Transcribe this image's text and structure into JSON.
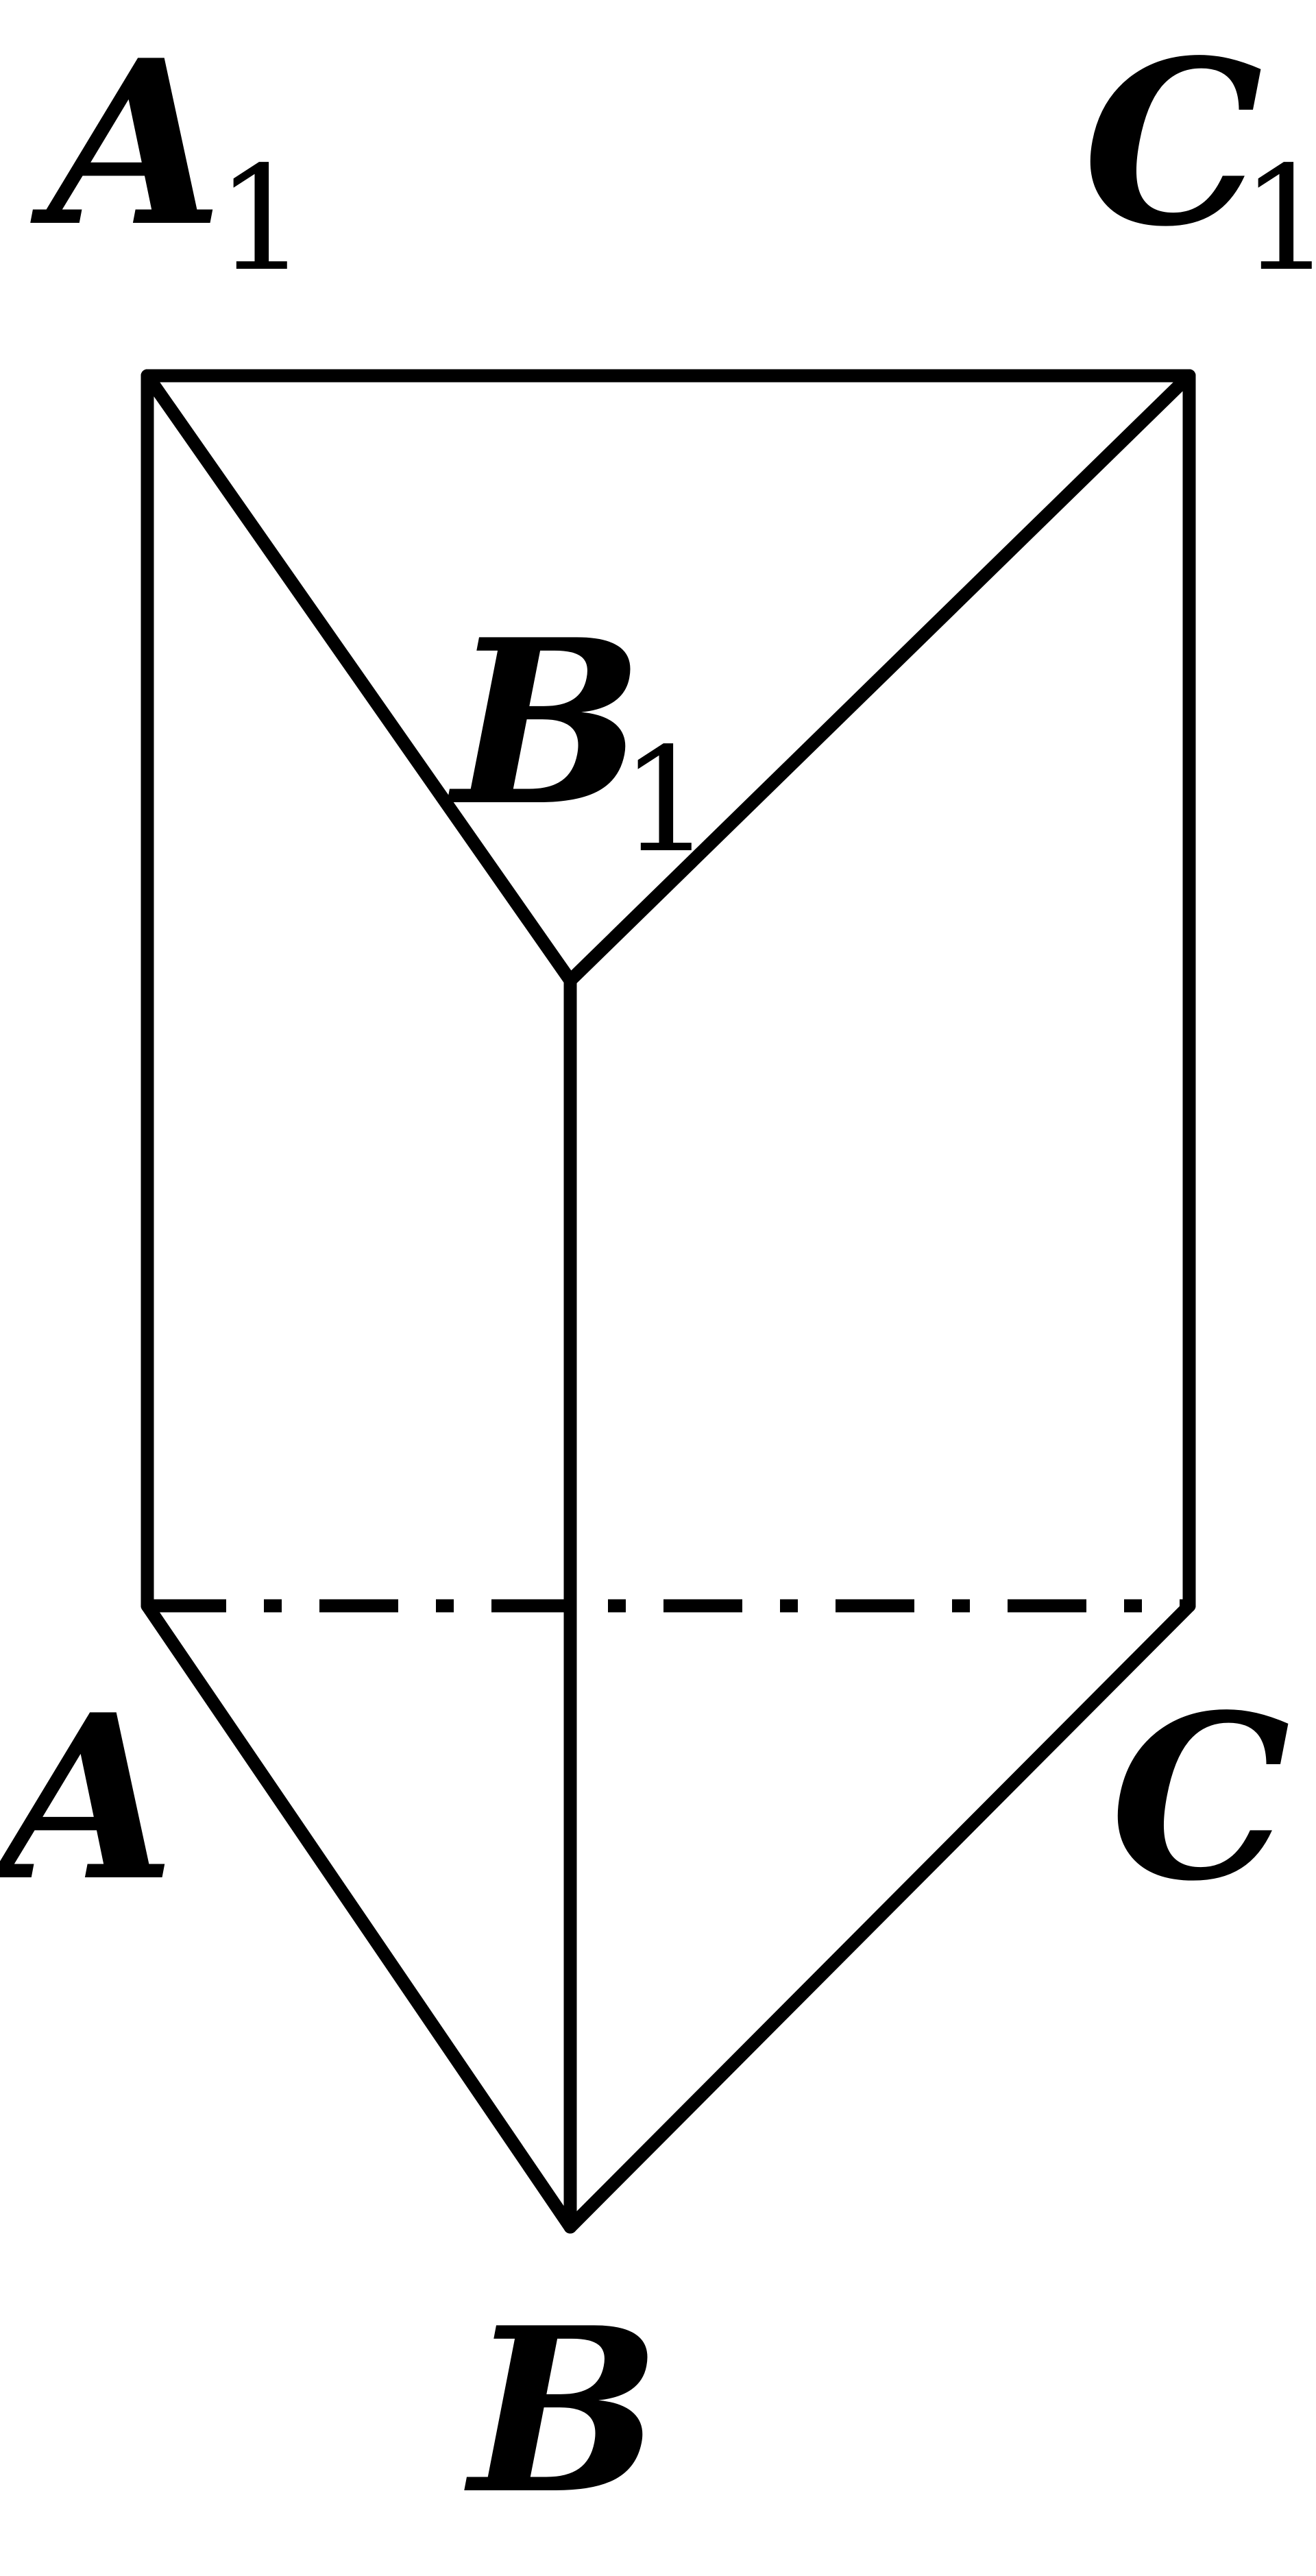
{
  "figure": {
    "labels": {
      "A1": {
        "letter": "A",
        "subscript": "1"
      },
      "B1": {
        "letter": "B",
        "subscript": "1"
      },
      "C1": {
        "letter": "C",
        "subscript": "1"
      },
      "A": {
        "letter": "A"
      },
      "B": {
        "letter": "B"
      },
      "C": {
        "letter": "C"
      }
    },
    "colors": {
      "stroke": "#000000",
      "background": "#ffffff"
    }
  }
}
